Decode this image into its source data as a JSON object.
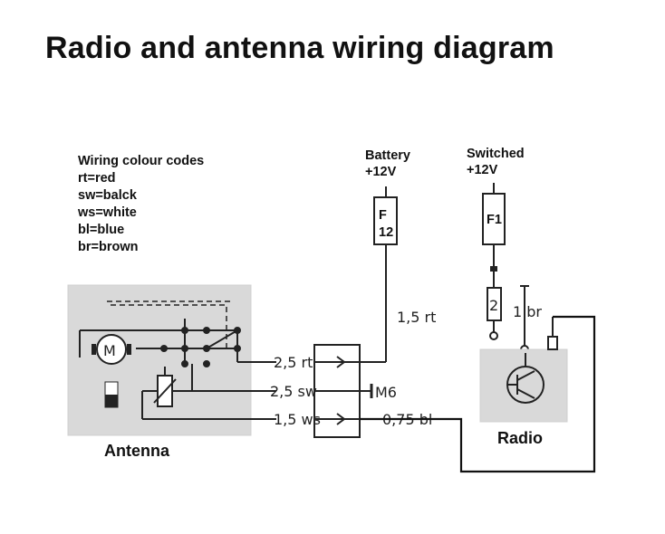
{
  "title": "Radio and antenna wiring diagram",
  "legend": {
    "heading": "Wiring colour codes",
    "codes": [
      "rt=red",
      "sw=balck",
      "ws=white",
      "bl=blue",
      "br=brown"
    ]
  },
  "battery": {
    "label": "Battery",
    "voltage": "+12V",
    "fuse_letter": "F",
    "fuse_number": "12"
  },
  "switched": {
    "label": "Switched",
    "voltage": "+12V",
    "fuse": "F1"
  },
  "components": {
    "antenna": "Antenna",
    "radio": "Radio",
    "motor": "M"
  },
  "wires": {
    "w1": "1,5 rt",
    "w2": "2,5 rt",
    "w3": "2,5 sw",
    "w4": "1,5 ws",
    "w5": "0,75 bl",
    "ground": "M6",
    "radio_feed": "1 br",
    "connector": "2"
  }
}
